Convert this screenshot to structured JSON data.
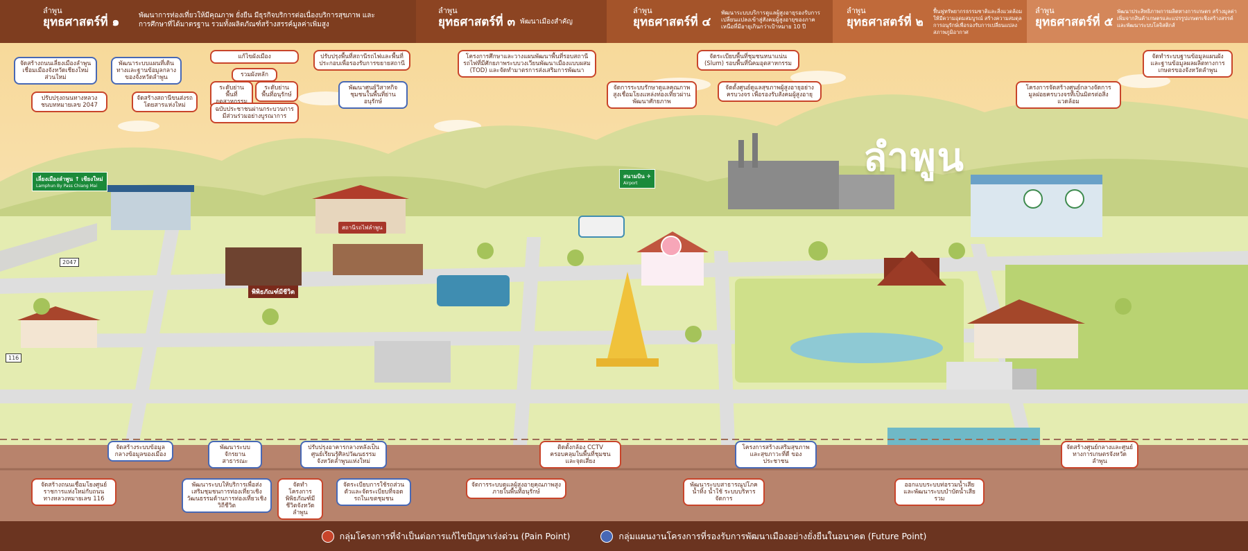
{
  "header": {
    "segments": [
      {
        "label": "ลำพูน",
        "title": "ยุทธศาสตร์ที่ ๑",
        "desc": "พัฒนาการท่องเที่ยวให้มีคุณภาพ ยั่งยืน มีธุรกิจบริการต่อเนื่องบริการสุขภาพ และการศึกษาที่ได้มาตรฐาน รวมทั้งผลิตภัณฑ์สร้างสรรค์มูลค่าเพิ่มสูง",
        "color": "#7e3d1f"
      },
      {
        "label": "ลำพูน",
        "title": "ยุทธศาสตร์ที่ ๓",
        "desc": "พัฒนาเมืองสำคัญ",
        "color": "#8c4422"
      },
      {
        "label": "ลำพูน",
        "title": "ยุทธศาสตร์ที่ ๔",
        "desc": "พัฒนาระบบบริการดูแลผู้สูงอายุรองรับการเปลี่ยนแปลงเข้าสู่สังคมผู้สูงอายุของภาคเหนือที่มีอายุเกินกว่าเป้าหมาย 10 ปี",
        "color": "#a4542a"
      },
      {
        "label": "ลำพูน",
        "title": "ยุทธศาสตร์ที่ ๒",
        "desc": "ฟื้นฟูทรัพยากรธรรมชาติและสิ่งแวดล้อมให้มีความอุดมสมบูรณ์ สร้างความสมดุลการอนุรักษ์เพื่อรองรับการเปลี่ยนแปลงสภาพภูมิอากาศ",
        "color": "#c06a3a"
      },
      {
        "label": "ลำพูน",
        "title": "ยุทธศาสตร์ที่ ๕",
        "desc": "พัฒนาประสิทธิภาพการผลิตทางการเกษตร สร้างมูลค่าเพิ่มจากสินค้าเกษตรและแปรรูปเกษตรเชิงสร้างสรรค์ และพัฒนาระบบโลจิสติกส์",
        "color": "#d4875a"
      }
    ]
  },
  "city_name": "ลำพูน",
  "signs": {
    "road": "เลี่ยงเมืองลำพูน ↑ เชียงใหม่",
    "road_en": "Lamphun By Pass  Chiang Mai",
    "airport": "สนามบิน ✈",
    "airport_en": "Airport",
    "station": "สถานีรถไฟลำพูน",
    "museum": "พิพิธภัณฑ์มีชีวิต",
    "route_2047": "2047",
    "route_116": "116"
  },
  "tags": [
    {
      "text": "จัดสร้างถนนเลี่ยงเมืองลำพูน เชื่อมเมืองจังหวัดเชียงใหม่ส่วนใหม่",
      "type": "future"
    },
    {
      "text": "ปรับปรุงถนนทางหลวงชนบทหมายเลข 2047",
      "type": "pain"
    },
    {
      "text": "พัฒนาระบบแผนที่เดินทางและฐานข้อมูลกลางของจังหวัดลำพูน",
      "type": "future"
    },
    {
      "text": "จัดสร้างสถานีขนส่งรถโดยสารแห่งใหม่",
      "type": "pain"
    },
    {
      "text": "แก้ไขผังเมือง",
      "type": "pain"
    },
    {
      "text": "รวมผังหลัก",
      "type": "pain"
    },
    {
      "text": "ระดับย่านพื้นที่อุตสาหกรรม",
      "type": "pain"
    },
    {
      "text": "ระดับย่านพื้นที่อนุรักษ์",
      "type": "pain"
    },
    {
      "text": "ฉบับประชาชนผ่านกระบวนการมีส่วนร่วมอย่างบูรณาการ",
      "type": "pain"
    },
    {
      "text": "ปรับปรุงพื้นที่สถานีรถไฟและพื้นที่ประกอบเพื่อรองรับการขยายสถานี",
      "type": "pain"
    },
    {
      "text": "พัฒนาศูนย์วิสาหกิจชุมชนในพื้นที่ย่านอนุรักษ์",
      "type": "future"
    },
    {
      "text": "โครงการศึกษาและวางแผนพัฒนาพื้นที่รอบสถานีรถไฟที่มีศักยภาพระบบวงเวียนพัฒนาเมืองแบบผสม (TOD) และจัดทำมาตรการส่งเสริมการพัฒนา",
      "type": "pain"
    },
    {
      "text": "จัดการระบบรักษาดูแลคุณภาพสูงเชื่อมโยงแหล่งท่องเที่ยวผ่านพัฒนาศักยภาพ",
      "type": "pain"
    },
    {
      "text": "จัดระเบียบพื้นที่ชุมชนหนาแน่น (Slum) รอบพื้นที่นิคมอุตสาหกรรม",
      "type": "pain"
    },
    {
      "text": "จัดตั้งศูนย์ดูแลสุขภาพผู้สูงอายุอย่างครบวงจร เพื่อรองรับสังคมผู้สูงอายุ",
      "type": "pain"
    },
    {
      "text": "โครงการจัดสร้างศูนย์กลางจัดการมูลฝอยครบวงจรที่เป็นมิตรต่อสิ่งแวดล้อม",
      "type": "pain"
    },
    {
      "text": "จัดทำระบบฐานข้อมูลแผนผังและฐานข้อมูลผลผลิตทางการเกษตรของจังหวัดลำพูน",
      "type": "pain"
    },
    {
      "text": "จัดสร้างระบบข้อมูลกลางข้อมูลของเมือง",
      "type": "future"
    },
    {
      "text": "พัฒนาระบบจักรยานสาธารณะ",
      "type": "future"
    },
    {
      "text": "ปรับปรุงอาคารกลางหลังเป็นศูนย์เรียนรู้ศิลปวัฒนธรรมจังหวัดลำพูนแห่งใหม่",
      "type": "future"
    },
    {
      "text": "ติดตั้งกล้อง CCTV ครอบคลุมในพื้นที่ชุมชน และจุดเสี่ยง",
      "type": "pain"
    },
    {
      "text": "โครงการสร้างเสริมสุขภาพและสุขภาวะที่ดี ของประชาชน",
      "type": "future"
    },
    {
      "text": "จัดสร้างศูนย์กลางและศูนย์ทางการเกษตรจังหวัดลำพูน",
      "type": "pain"
    },
    {
      "text": "จัดสร้างถนนเชื่อมโยงศูนย์ราชการแห่งใหม่กับถนนทางหลวงหมายเลข 116",
      "type": "pain"
    },
    {
      "text": "พัฒนาระบบให้บริการเพื่อส่งเสริมชุมชนการท่องเที่ยวเชิงวัฒนธรรมด้านการท่องเที่ยวเชิงวิถีชีวิต",
      "type": "future"
    },
    {
      "text": "จัดทำโครงการพิพิธภัณฑ์มีชีวิตจังหวัดลำพูน",
      "type": "pain"
    },
    {
      "text": "จัดระเบียบการใช้รถส่วนตัวและจัดระเบียบที่จอดรถในเขตชุมชน",
      "type": "future"
    },
    {
      "text": "จัดการระบบดูแลผู้สูงอายุคุณภาพสูงภายในพื้นที่อนุรักษ์",
      "type": "pain"
    },
    {
      "text": "พัฒนาระบบสาธารณูปโภค น้ำทิ้ง น้ำใช้ ระบบบริหารจัดการ",
      "type": "pain"
    },
    {
      "text": "ออกแบบระบบท่อรวมน้ำเสียและพัฒนาระบบบำบัดน้ำเสียรวม",
      "type": "pain"
    }
  ],
  "legend": {
    "pain": {
      "label": "กลุ่มโครงการที่จำเป็นต่อการแก้ไขปัญหาเร่งด่วน (Pain Point)",
      "color": "#c8442a"
    },
    "future": {
      "label": "กลุ่มแผนงานโครงการที่รองรับการพัฒนาเมืองอย่างยั่งยืนในอนาคต (Future Point)",
      "color": "#4768b5"
    }
  },
  "colors": {
    "sky": "#f8e6bf",
    "hill": "#c9d68a",
    "ground": "#e2eaa8",
    "road": "#dcdcd8",
    "soil": "#b9856e",
    "footer": "#6b3420"
  }
}
